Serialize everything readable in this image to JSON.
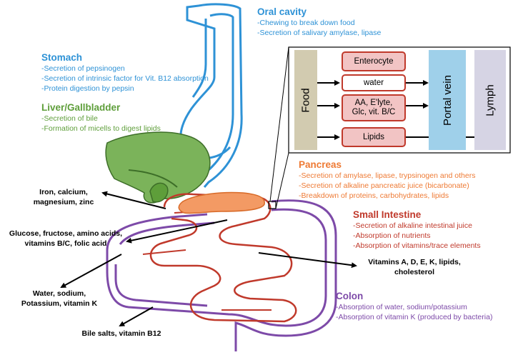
{
  "colors": {
    "oral": "#2e92d6",
    "stomach": "#2e92d6",
    "liver": "#5e9e3a",
    "pancreas": "#ee7a34",
    "small_intestine": "#c0392b",
    "colon": "#7d4aa8",
    "food_box": "#d2cbb0",
    "cell_box": "#f2c4c4",
    "portal_box": "#9fd0ea",
    "lymph_box": "#d6d4e4"
  },
  "oral": {
    "title": "Oral cavity",
    "lines": [
      "-Chewing to break down food",
      "-Secretion of salivary amylase, lipase"
    ]
  },
  "stomach": {
    "title": "Stomach",
    "lines": [
      "-Secretion of pepsinogen",
      "-Secretion of intrinsic factor for Vit. B12 absorption",
      "-Protein digestion by pepsin"
    ]
  },
  "liver": {
    "title": "Liver/Gallbladder",
    "lines": [
      "-Secretion of bile",
      "-Formation of micells to digest lipids"
    ]
  },
  "pancreas": {
    "title": "Pancreas",
    "lines": [
      "-Secretion of amylase, lipase, trypsinogen and others",
      "-Secretion of alkaline pancreatic juice (bicarbonate)",
      "-Breakdown of proteins, carbohydrates, lipids"
    ]
  },
  "small_intestine": {
    "title": "Small Intestine",
    "lines": [
      "-Secretion of alkaline intestinal juice",
      "-Absorption of nutrients",
      "-Absorption of vitamins/trace elements"
    ]
  },
  "colon": {
    "title": "Colon",
    "lines": [
      "-Absorption of water, sodium/potassium",
      "-Absorption of vitamin K (produced by bacteria)"
    ]
  },
  "absorption": {
    "iron": [
      "Iron, calcium,",
      "magnesium, zinc"
    ],
    "glucose": [
      "Glucose, fructose, amino acids,",
      "vitamins B/C, folic acid"
    ],
    "water": [
      "Water, sodium,",
      "Potassium, vitamin K"
    ],
    "bile": [
      "Bile salts, vitamin B12"
    ],
    "vitamins": [
      "Vitamins A, D, E, K, lipids,",
      "cholesterol"
    ]
  },
  "inset": {
    "food": "Food",
    "enterocyte": "Enterocyte",
    "water": "water",
    "aa_line1": "AA, E'lyte,",
    "aa_line2": "Glc, vit. B/C",
    "lipids": "Lipids",
    "portal": "Portal vein",
    "lymph": "Lymph"
  }
}
